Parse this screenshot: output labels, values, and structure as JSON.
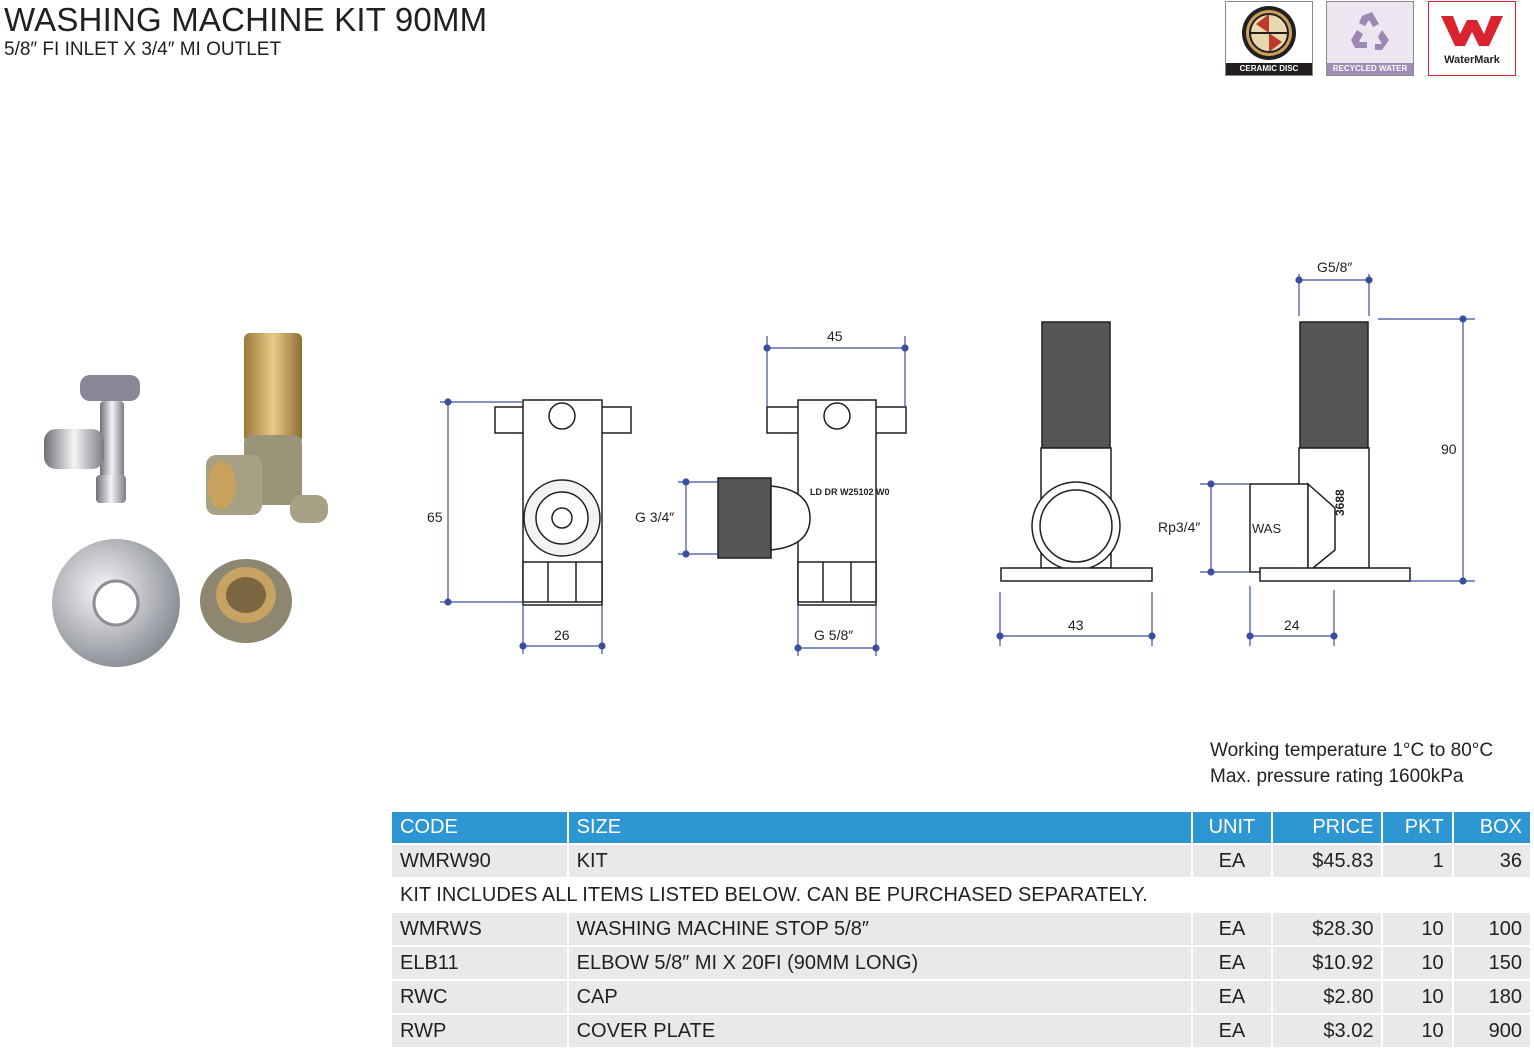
{
  "header": {
    "title": "WASHING MACHINE KIT 90MM",
    "subtitle": "5/8″ FI INLET X 3/4″ MI OUTLET"
  },
  "badges": [
    {
      "label": "CERAMIC DISC",
      "icon": "ceramic-disc-icon",
      "color": "#231f20"
    },
    {
      "label": "RECYCLED WATER",
      "icon": "recycle-icon",
      "color": "#a08cb4"
    },
    {
      "label": "WaterMark",
      "icon": "watermark-logo",
      "color": "#d9232e"
    }
  ],
  "drawing_labels": {
    "h65": "65",
    "w26": "26",
    "w45": "45",
    "g34": "G 3/4″",
    "g58": "G 5/8″",
    "marking": "LD DR W25102 W0",
    "w43": "43",
    "g58b": "G5/8″",
    "h90": "90",
    "rp34": "Rp3/4″",
    "w24": "24",
    "was": "WAS",
    "num3688": "3688"
  },
  "specs": {
    "temperature": "Working temperature 1°C to 80°C",
    "pressure": "Max. pressure rating 1600kPa"
  },
  "table": {
    "headers": {
      "code": "CODE",
      "size": "SIZE",
      "unit": "UNIT",
      "price": "PRICE",
      "pkt": "PKT",
      "box": "BOX"
    },
    "main": {
      "code": "WMRW90",
      "size": "KIT",
      "unit": "EA",
      "price": "$45.83",
      "pkt": "1",
      "box": "36"
    },
    "note": "KIT INCLUDES ALL ITEMS LISTED BELOW. CAN BE PURCHASED SEPARATELY.",
    "items": [
      {
        "code": "WMRWS",
        "size": "WASHING MACHINE STOP 5/8″",
        "unit": "EA",
        "price": "$28.30",
        "pkt": "10",
        "box": "100"
      },
      {
        "code": "ELB11",
        "size": "ELBOW 5/8″ MI X 20FI (90MM LONG)",
        "unit": "EA",
        "price": "$10.92",
        "pkt": "10",
        "box": "150"
      },
      {
        "code": "RWC",
        "size": "CAP",
        "unit": "EA",
        "price": "$2.80",
        "pkt": "10",
        "box": "180"
      },
      {
        "code": "RWP",
        "size": "COVER PLATE",
        "unit": "EA",
        "price": "$3.02",
        "pkt": "10",
        "box": "900"
      }
    ]
  }
}
